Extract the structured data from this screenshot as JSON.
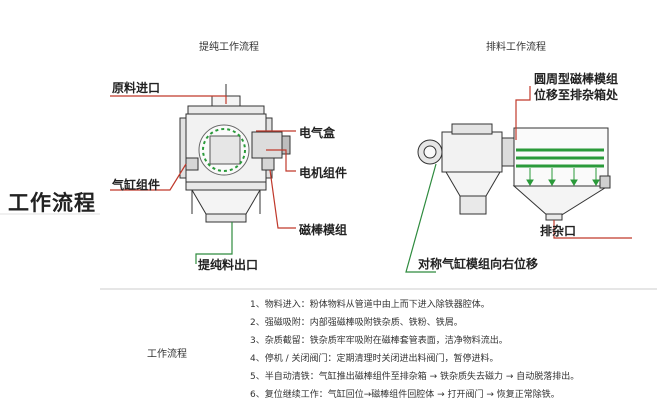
{
  "left_panel": {
    "title": "提纯工作流程",
    "labels": {
      "raw_inlet": "原料进口",
      "electric_box": "电气盒",
      "cylinder": "气缸组件",
      "motor": "电机组件",
      "magnet_module": "磁棒模组",
      "pure_outlet": "提纯料出口"
    }
  },
  "right_panel": {
    "title": "排料工作流程",
    "labels": {
      "rod_move_line1": "圆周型磁棒模组",
      "rod_move_line2": "位移至排杂箱处",
      "waste_outlet": "排杂口",
      "cylinder_move": "对称气缸模组向右位移"
    }
  },
  "side_title": "工作流程",
  "steps": {
    "label": "工作流程",
    "items": [
      "1、物料进入：粉体物料从管道中由上而下进入除铁器腔体。",
      "2、强磁吸附：内部强磁棒吸附铁杂质、铁粉、铁屑。",
      "3、杂质截留：铁杂质牢牢吸附在磁棒套管表面，洁净物料流出。",
      "4、停机 / 关闭阀门：定期清理时关闭进出料阀门，暂停进料。",
      "5、半自动清铁：气缸推出磁棒组件至排杂箱 → 铁杂质失去磁力 → 自动脱落排出。",
      "6、复位继续工作：气缸回位→磁棒组件回腔体 → 打开阀门 → 恢复正常除铁。"
    ]
  },
  "colors": {
    "callout_line": "#c0392b",
    "inlet_line": "#2e8b3e",
    "magnet_green": "#2a9a3a",
    "divider": "#cccccc"
  }
}
